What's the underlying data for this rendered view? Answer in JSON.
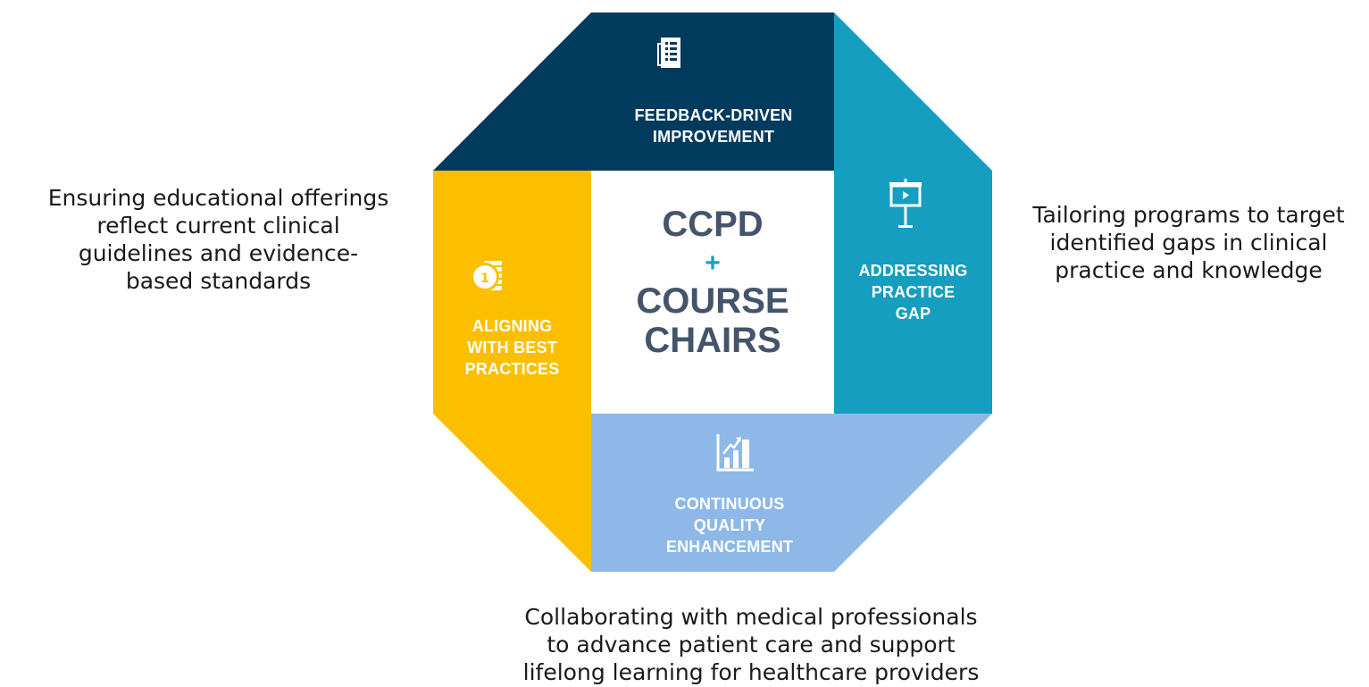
{
  "diagram": {
    "center": {
      "line1": "CCPD",
      "plus": "+",
      "line2": "COURSE",
      "line3": "CHAIRS"
    },
    "segments": {
      "top": {
        "lines": [
          "FEEDBACK-DRIVEN",
          "IMPROVEMENT"
        ],
        "color": "#003a5d",
        "icon": "document-list-icon"
      },
      "right": {
        "lines": [
          "ADDRESSING",
          "PRACTICE",
          "GAP"
        ],
        "color": "#159ebf",
        "icon": "presentation-screen-icon"
      },
      "bottom": {
        "lines": [
          "CONTINUOUS",
          "QUALITY",
          "ENHANCEMENT"
        ],
        "color": "#8db8e8",
        "icon": "bar-chart-growth-icon"
      },
      "left": {
        "lines": [
          "ALIGNING",
          "WITH BEST",
          "PRACTICES"
        ],
        "color": "#fcbf00",
        "icon": "coin-stack-icon"
      }
    },
    "descriptions": {
      "left": [
        "Ensuring educational offerings",
        "reflect current clinical",
        "guidelines and evidence-",
        "based standards"
      ],
      "right": [
        "Tailoring programs to target",
        "identified gaps in clinical",
        "practice and knowledge"
      ],
      "bottom": [
        "Collaborating with medical professionals",
        "to advance patient care and support",
        "lifelong learning for healthcare providers"
      ]
    }
  }
}
